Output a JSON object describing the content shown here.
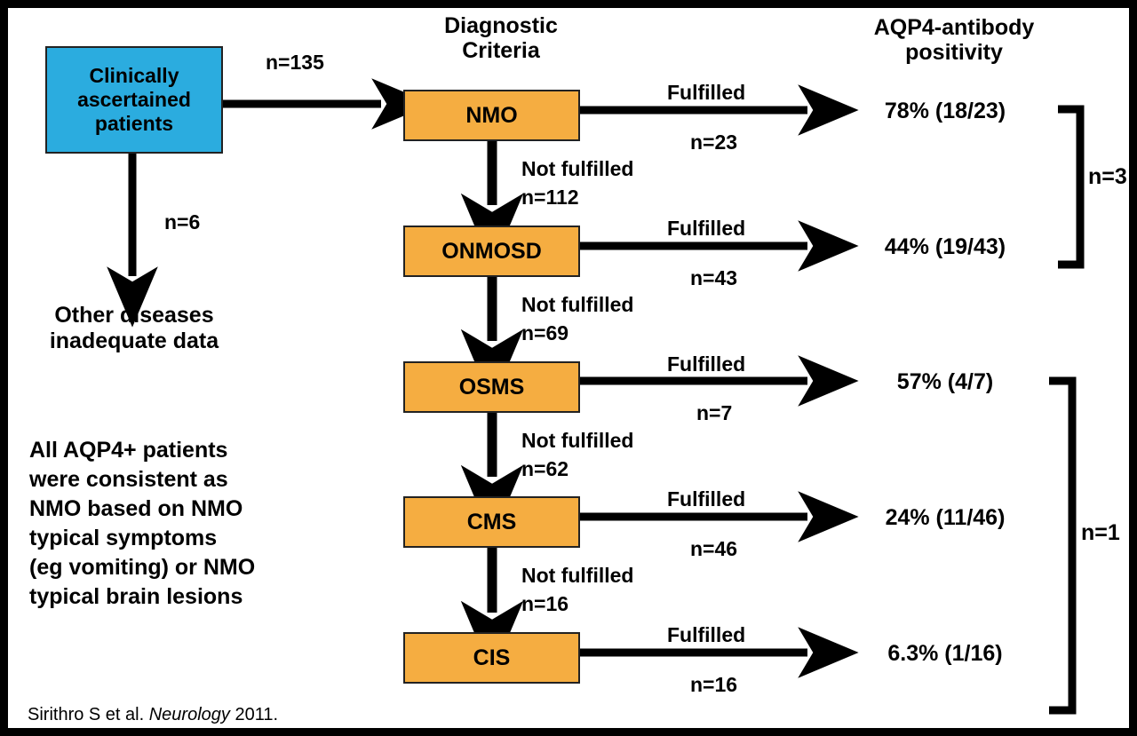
{
  "figure": {
    "citation_prefix": "Sirithro S et al. ",
    "citation_journal": "Neurology",
    "citation_suffix": " 2011."
  },
  "headers": {
    "center": "Diagnostic\nCriteria",
    "right": "AQP4-antibody\npositivity"
  },
  "source_node": {
    "label": "Clinically\nascertained\npatients",
    "color": "#2BACDF"
  },
  "excluded": {
    "edge_label": "n=6",
    "label": "Other diseases\ninadequate data"
  },
  "note": {
    "text": "All AQP4+ patients\nwere consistent as\nNMO based on NMO\ntypical symptoms\n(eg vomiting) or NMO\ntypical brain lesions"
  },
  "entry_edge": {
    "label": "n=135"
  },
  "criteria": [
    {
      "name": "NMO",
      "fulfilled_label": "Fulfilled",
      "fulfilled_n": "n=23",
      "positivity": "78% (18/23)",
      "not_fulfilled_label": "Not fulfilled",
      "not_fulfilled_n": "n=112"
    },
    {
      "name": "ONMOSD",
      "fulfilled_label": "Fulfilled",
      "fulfilled_n": "n=43",
      "positivity": "44% (19/43)",
      "not_fulfilled_label": "Not fulfilled",
      "not_fulfilled_n": "n=69"
    },
    {
      "name": "OSMS",
      "fulfilled_label": "Fulfilled",
      "fulfilled_n": "n=7",
      "positivity": "57% (4/7)",
      "not_fulfilled_label": "Not fulfilled",
      "not_fulfilled_n": "n=62"
    },
    {
      "name": "CMS",
      "fulfilled_label": "Fulfilled",
      "fulfilled_n": "n=46",
      "positivity": "24% (11/46)",
      "not_fulfilled_label": "Not fulfilled",
      "not_fulfilled_n": "n=16"
    },
    {
      "name": "CIS",
      "fulfilled_label": "Fulfilled",
      "fulfilled_n": "n=16",
      "positivity": "6.3% (1/16)",
      "not_fulfilled_label": "",
      "not_fulfilled_n": ""
    }
  ],
  "brackets": [
    {
      "label": "n=3",
      "spans": "NMO-ONMOSD"
    },
    {
      "label": "n=1",
      "spans": "OSMS-CIS"
    }
  ],
  "colors": {
    "box_orange": "#F5AD41",
    "box_blue": "#2BACDF",
    "ink": "#000000",
    "background": "#FFFFFF"
  }
}
